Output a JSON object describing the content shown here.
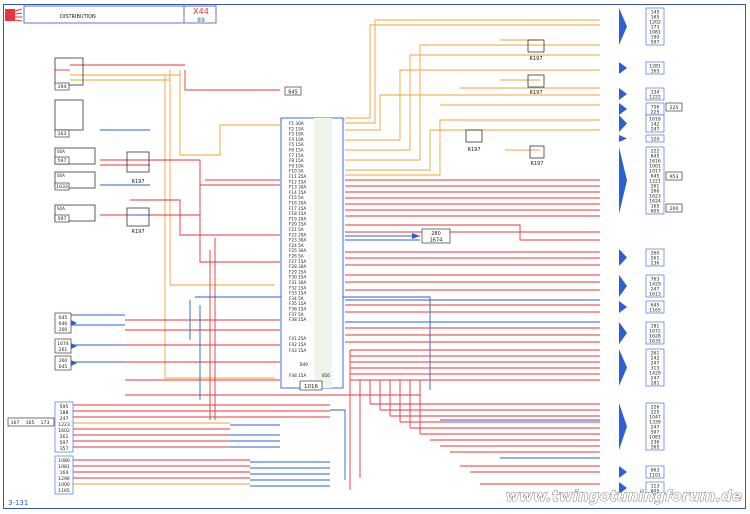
{
  "header": {
    "title": "DISTRIBUTION",
    "code": "X44",
    "sub": "89"
  },
  "colors": {
    "red": "#e8343a",
    "orange": "#f3a23a",
    "blue": "#2b5fd6",
    "frame": "#3a54b8",
    "ink": "#1a1a1a"
  },
  "fusebox": {
    "label_top": "645",
    "ref": "1016",
    "bottom_a": "B49",
    "bottom_b": "B56",
    "fuses": [
      "F1 30A",
      "F2 15A",
      "F3 10A",
      "F4 10A",
      "F5 15A",
      "F6 15A",
      "F7 15A",
      "F8 15A",
      "F9 10A",
      "F10 5A",
      "F11 25A",
      "F12 15A",
      "F13 30A",
      "F14 15A",
      "F15 5A",
      "F16 20A",
      "F17 15A",
      "F18 15A",
      "F19 20A",
      "F20 15A",
      "F21 5A",
      "F22 20A",
      "F23 30A",
      "F24 5A",
      "F25 30A",
      "F26 5A",
      "F27 15A",
      "F28 30A",
      "F29 15A",
      "F30 15A",
      "F31 30A",
      "F32 15A",
      "F33 15A",
      "F34 5A",
      "F35 15A",
      "F36 15A",
      "F37 5A",
      "F38 15A"
    ],
    "fuses_lower": [
      "F41 25A",
      "F42 15A",
      "F43 15A"
    ],
    "fuse_bottom": "F48 15A"
  },
  "left_components": [
    {
      "label": "194"
    },
    {
      "label": "163"
    },
    {
      "label": "597"
    },
    {
      "label": "1033"
    },
    {
      "label": "597"
    }
  ],
  "left_badges": [
    {
      "label": "S0A"
    },
    {
      "label": "S0A"
    },
    {
      "label": "S0A"
    }
  ],
  "relay_labels": [
    "R197",
    "R197",
    "R197",
    "R197",
    "R197",
    "R197"
  ],
  "left_groups": [
    {
      "lines": [
        "645",
        "646",
        "200"
      ]
    },
    {
      "lines": [
        "1674",
        "261"
      ]
    },
    {
      "lines": [
        "260",
        "645"
      ]
    }
  ],
  "bottom_left_header": [
    "167",
    "165",
    "173"
  ],
  "bottom_left_list_a": [
    "595",
    "188",
    "247",
    "1223",
    "1602",
    "261",
    "597",
    "357"
  ],
  "bottom_left_list_b": [
    "1080",
    "1081",
    "164",
    "1296",
    "1000",
    "1165"
  ],
  "right_refs": [
    [
      "145",
      "165",
      "1202",
      "173",
      "1081",
      "190",
      "597"
    ],
    [
      "1281",
      "165"
    ],
    [
      "134",
      "1222"
    ],
    [
      "756",
      "225"
    ],
    [
      "1618",
      "142",
      "247"
    ],
    [
      "120"
    ],
    [
      "222",
      "645",
      "1616",
      "1001",
      "1017",
      "645",
      "1221",
      "261",
      "260",
      "1623",
      "1624",
      "165",
      "605"
    ],
    [
      "260",
      "261",
      "236"
    ],
    [
      "763",
      "1429",
      "247",
      "1613"
    ],
    [
      "645",
      "1165"
    ],
    [
      "181",
      "1072",
      "1628",
      "1635"
    ],
    [
      "261",
      "242",
      "247",
      "313",
      "1429",
      "247",
      "281"
    ],
    [
      "226",
      "225",
      "1047",
      "1339",
      "247",
      "597",
      "1081",
      "236",
      "265"
    ],
    [
      "663",
      "1101"
    ],
    [
      "113",
      "605"
    ]
  ],
  "right_side_tags": [
    "225",
    "953",
    "200"
  ],
  "mid_box": {
    "label_a": "280",
    "label_b": "1674"
  },
  "page_number": "3-131",
  "watermark": "www.twingotuningforum.de"
}
